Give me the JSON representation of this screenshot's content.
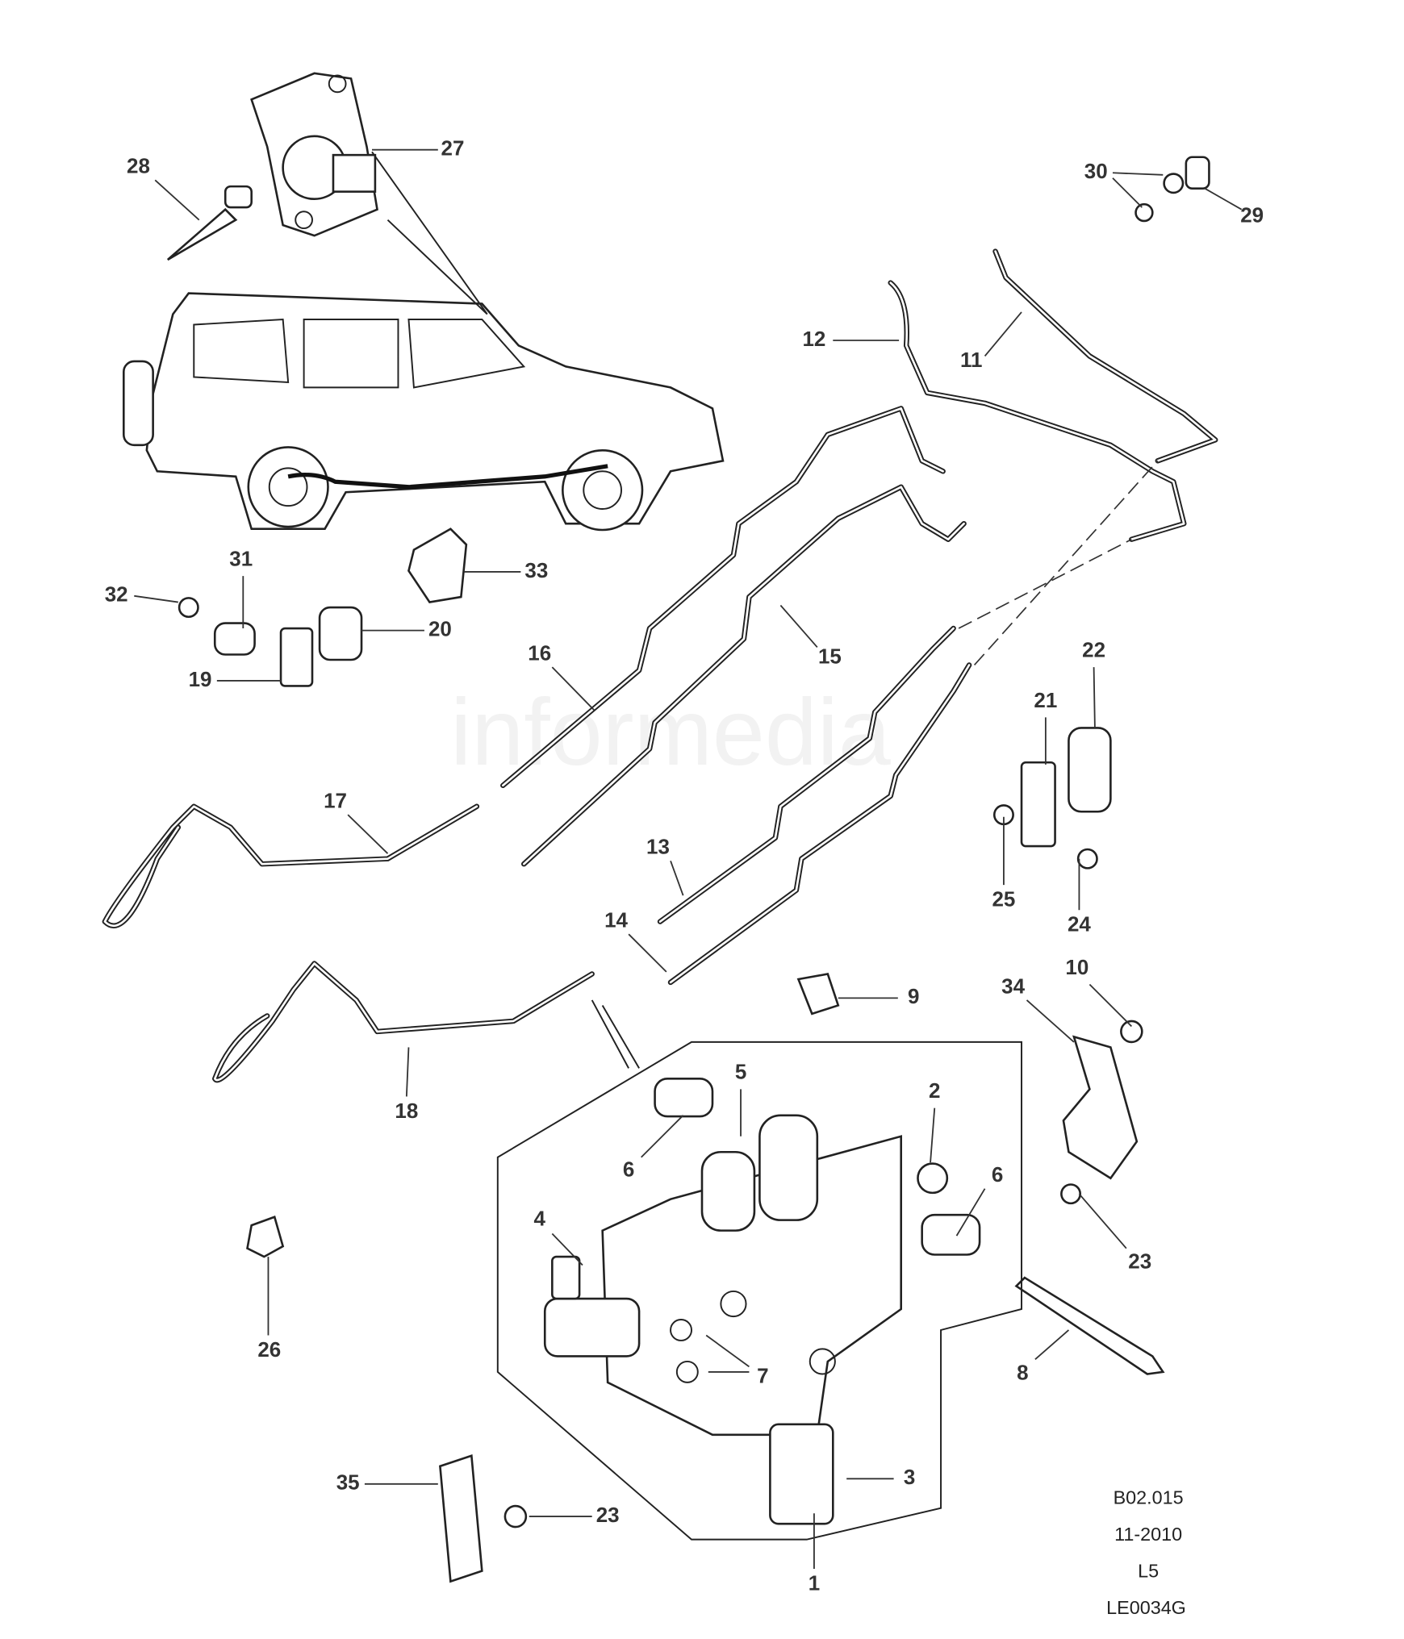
{
  "diagram": {
    "watermark": "informedia",
    "callouts": {
      "c1": "1",
      "c2": "2",
      "c3": "3",
      "c4": "4",
      "c5": "5",
      "c6a": "6",
      "c6b": "6",
      "c7": "7",
      "c8": "8",
      "c9": "9",
      "c10": "10",
      "c11": "11",
      "c12": "12",
      "c13": "13",
      "c14": "14",
      "c15": "15",
      "c16": "16",
      "c17": "17",
      "c18": "18",
      "c19": "19",
      "c20": "20",
      "c21": "21",
      "c22": "22",
      "c23a": "23",
      "c23b": "23",
      "c24": "24",
      "c25": "25",
      "c26": "26",
      "c27": "27",
      "c28": "28",
      "c29": "29",
      "c30": "30",
      "c31": "31",
      "c32": "32",
      "c33": "33",
      "c34": "34",
      "c35": "35"
    },
    "info": {
      "section": "B02.015",
      "date": "11-2010",
      "level": "L5",
      "illustration_code": "LE0034G"
    }
  }
}
